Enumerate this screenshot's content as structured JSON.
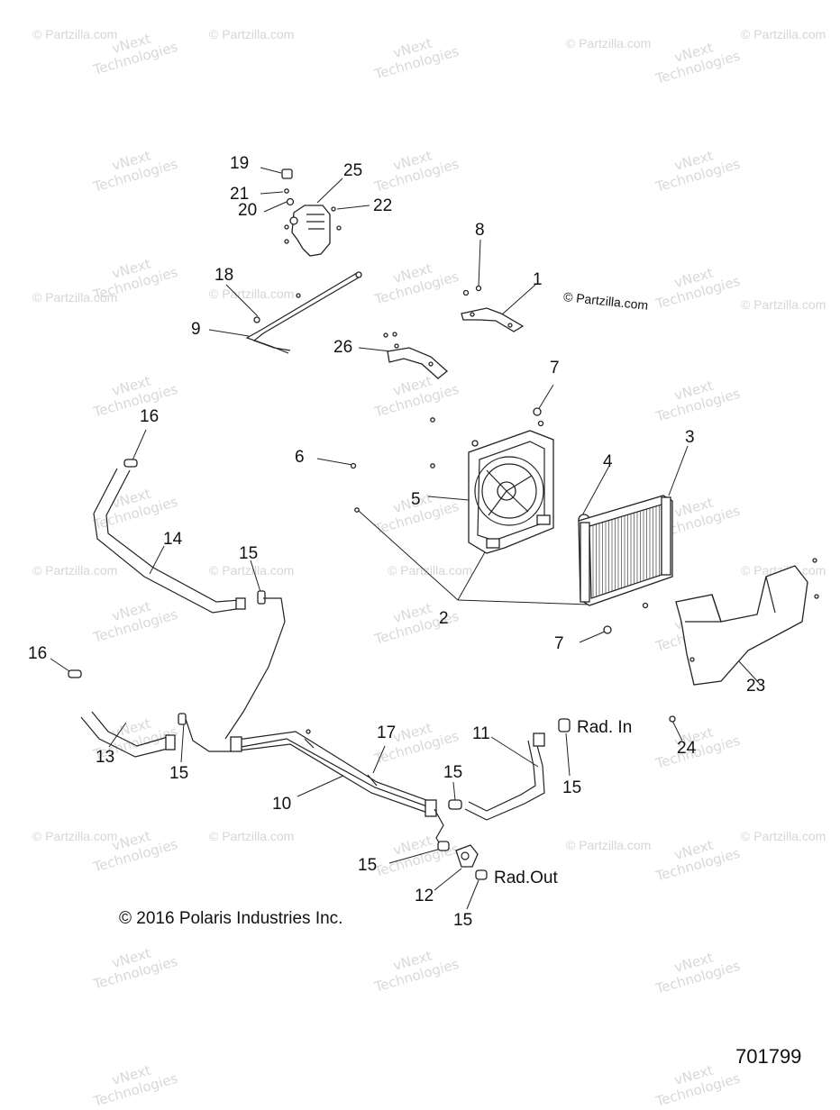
{
  "watermarks": {
    "partzilla": "© Partzilla.com",
    "brand_line1": "vNext",
    "brand_line2": "Technologies"
  },
  "partzilla_label": "© Partzilla.com",
  "copyright": "© 2016 Polaris Industries Inc.",
  "document_number": "701799",
  "callouts": {
    "c1": "1",
    "c2": "2",
    "c3": "3",
    "c4": "4",
    "c5": "5",
    "c6": "6",
    "c7a": "7",
    "c7b": "7",
    "c8": "8",
    "c9": "9",
    "c10": "10",
    "c11": "11",
    "c12": "12",
    "c13": "13",
    "c14": "14",
    "c15a": "15",
    "c15b": "15",
    "c15c": "15",
    "c15d": "15",
    "c15e": "15",
    "c15f": "15",
    "c16a": "16",
    "c16b": "16",
    "c17": "17",
    "c18": "18",
    "c19": "19",
    "c20": "20",
    "c21": "21",
    "c22": "22",
    "c23": "23",
    "c24": "24",
    "c25": "25",
    "c26": "26"
  },
  "flow_labels": {
    "rad_in": "Rad. In",
    "rad_out": "Rad.Out"
  }
}
